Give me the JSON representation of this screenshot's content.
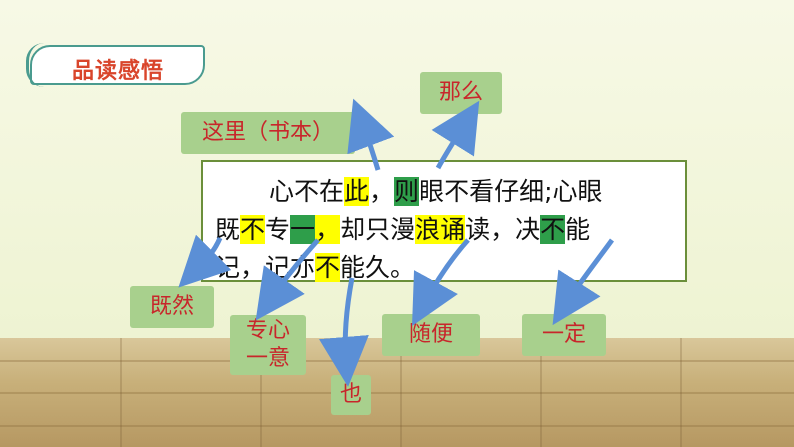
{
  "header": {
    "title": "品读感悟"
  },
  "passage": {
    "line1": [
      {
        "t": "心不在"
      },
      {
        "t": "此",
        "hl": "yellow"
      },
      {
        "t": "，"
      },
      {
        "t": "则",
        "hl": "green"
      },
      {
        "t": "眼不看仔细;心眼"
      }
    ],
    "line2": [
      {
        "t": "既"
      },
      {
        "t": "不",
        "hl": "yellow"
      },
      {
        "t": "专"
      },
      {
        "t": "一",
        "hl": "green"
      },
      {
        "t": "，",
        "hl": "yellow"
      },
      {
        "t": "却只漫"
      },
      {
        "t": "浪诵",
        "hl": "yellow"
      },
      {
        "t": "读，决"
      },
      {
        "t": "不",
        "hl": "green"
      },
      {
        "t": "能"
      }
    ],
    "line3": [
      {
        "t": "记，记亦"
      },
      {
        "t": "不",
        "hl": "yellow"
      },
      {
        "t": "能久。"
      }
    ]
  },
  "labels": {
    "zheli": "这里（书本）",
    "name": "那么",
    "jiran": "既然",
    "zhuanxin_1": "专心",
    "zhuanxin_2": "一意",
    "ye": "也",
    "suibian": "随便",
    "yiding": "一定"
  },
  "colors": {
    "box_fill": "#a8d08d",
    "label_text": "#c8262b",
    "highlight_yellow": "#ffff00",
    "highlight_green": "#2e9e4a",
    "arrow": "#5b8fd6"
  }
}
